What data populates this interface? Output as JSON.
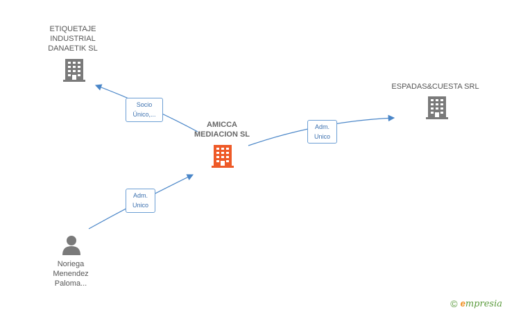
{
  "nodes": {
    "center": {
      "label": "AMICCA\nMEDIACION SL",
      "color": "#ee5a28"
    },
    "etiquetaje": {
      "label": "ETIQUETAJE\nINDUSTRIAL\nDANAETIK SL",
      "color": "#7a7a7a"
    },
    "espadas": {
      "label": "ESPADAS&CUESTA SRL",
      "color": "#7a7a7a"
    },
    "person": {
      "label": "Noriega\nMenendez\nPaloma...",
      "color": "#7a7a7a"
    }
  },
  "edges": {
    "to_etiquetaje": "Socio\nÚnico,...",
    "to_espadas": "Adm.\nUnico",
    "from_person": "Adm.\nUnico"
  },
  "colors": {
    "edge": "#4a86c8",
    "edge_label_border": "#6b9ed4"
  },
  "footer": {
    "copyright": "©",
    "brand_initial": "e",
    "brand_rest": "mpresia"
  }
}
